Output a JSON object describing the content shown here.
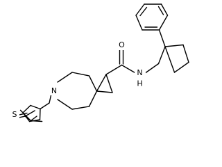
{
  "atoms": {
    "oxygen": "O",
    "amide_nitrogen": "N",
    "amide_hydrogen": "H",
    "ring_nitrogen": "N",
    "sulfur": "S"
  }
}
